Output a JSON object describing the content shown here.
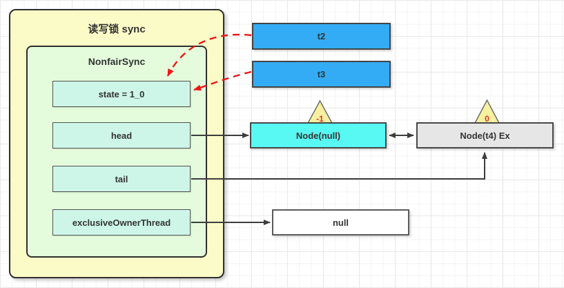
{
  "diagram": {
    "lock_box": {
      "title": "读写锁 sync"
    },
    "sync_box": {
      "title": "NonfairSync"
    },
    "fields": [
      {
        "label": "state = 1_0"
      },
      {
        "label": "head"
      },
      {
        "label": "tail"
      },
      {
        "label": "exclusiveOwnerThread"
      }
    ],
    "threads": [
      {
        "label": "t2"
      },
      {
        "label": "t3"
      }
    ],
    "nodes": [
      {
        "label": "Node(null)",
        "wait_status": "-1"
      },
      {
        "label": "Node(t4) Ex",
        "wait_status": "0"
      }
    ],
    "owner": {
      "label": "null"
    },
    "colors": {
      "container_fill": "#fbfbc8",
      "sync_fill": "#e4fcdc",
      "field_fill": "#cdf6e8",
      "thread_fill": "#33acf5",
      "head_node_fill": "#58f8f3",
      "queued_node_fill": "#e6e6e6",
      "badge_fill": "#f6f0a0",
      "badge_text": "#d8372b",
      "connector": "#3d3d3d",
      "dashed_connector": "#f11414"
    }
  }
}
